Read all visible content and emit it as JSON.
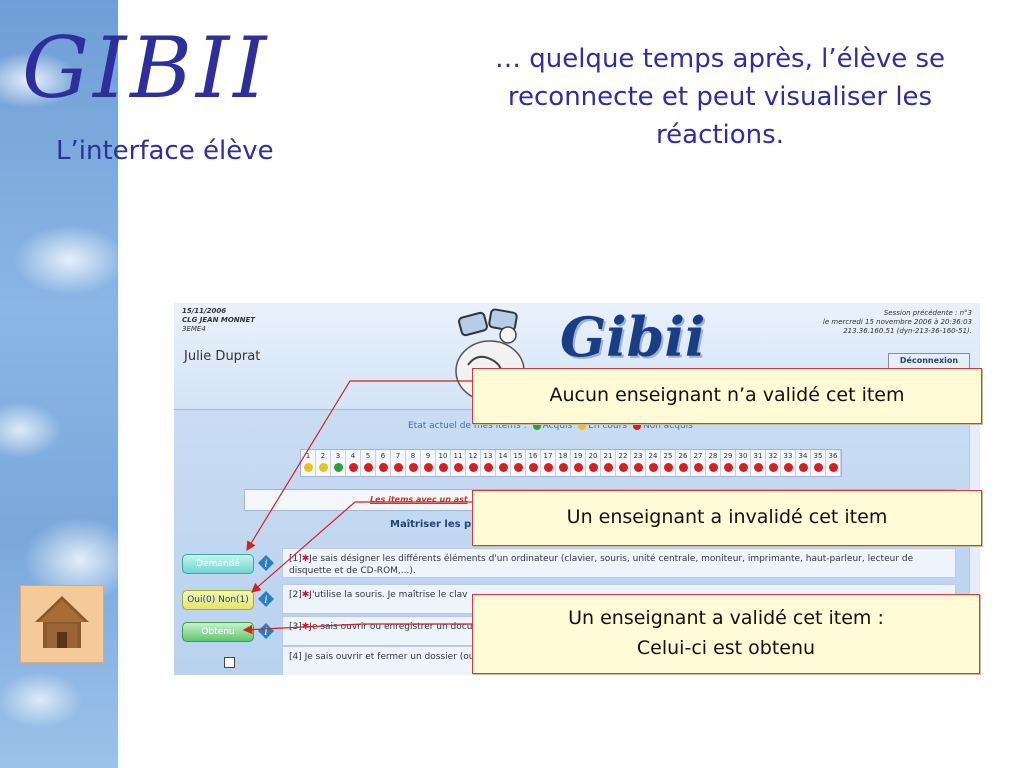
{
  "slide": {
    "title": "GIBII",
    "subtitle": "L’interface élève",
    "headline": "… quelque temps après, l’élève se reconnecte et peut visualiser les réactions."
  },
  "app": {
    "date": "15/11/2006",
    "school": "CLG JEAN MONNET",
    "class": "3EME4",
    "student_name": "Julie Duprat",
    "logo_text": "Gibii",
    "session_line1": "Session précédente : n°3",
    "session_line2": "le mercredi 15 novembre 2006 à 20:36:03",
    "session_line3": "213.36.160.51 (dyn-213-36-160-51).",
    "logout_label": "Déconnexion",
    "legend": {
      "label": "Etat actuel de mes items :",
      "acquired": "Acquis",
      "in_progress": "En cours",
      "not_acquired": "Non acquis"
    },
    "status_colors": {
      "acquired": "#2e9e3a",
      "in_progress": "#e6c419",
      "not_acquired": "#d42020"
    },
    "items_numbers": [
      "1",
      "2",
      "3",
      "4",
      "5",
      "6",
      "7",
      "8",
      "9",
      "10",
      "11",
      "12",
      "13",
      "14",
      "15",
      "16",
      "17",
      "18",
      "19",
      "20",
      "21",
      "22",
      "23",
      "24",
      "25",
      "26",
      "27",
      "28",
      "29",
      "30",
      "31",
      "32",
      "33",
      "34",
      "35",
      "36"
    ],
    "notice": "Les items avec un ast",
    "section_title": "Maîtriser les pr",
    "rows": [
      {
        "button": "Demandé",
        "text": "Je sais désigner les différents éléments d'un ordinateur (clavier, souris, unité centrale, moniteur, imprimante, haut-parleur, lecteur de disquette et de CD-ROM,...).",
        "num": "[1]"
      },
      {
        "button": "Oui(0) Non(1)",
        "text": "J'utilise la souris. Je maîtrise le clav",
        "num": "[2]"
      },
      {
        "button": "Obtenu",
        "text": "Je sais ouvrir ou enregistrer un docu",
        "num": "[3]"
      },
      {
        "button": "",
        "text": "Je sais ouvrir et fermer un dossier (ou",
        "num": "[4]"
      }
    ]
  },
  "callouts": {
    "c1": "Aucun enseignant n’a validé cet item",
    "c2": "Un enseignant a invalidé cet item",
    "c3_line1": "Un enseignant a validé cet item :",
    "c3_line2": "Celui-ci est obtenu"
  }
}
